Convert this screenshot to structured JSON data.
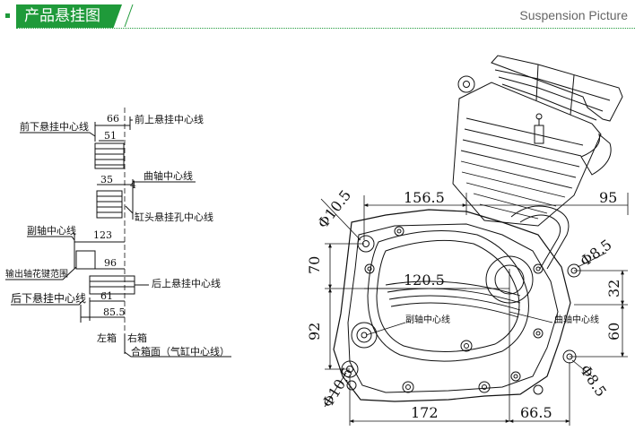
{
  "header": {
    "title": "产品悬挂图",
    "subtitle": "Suspension Picture",
    "accent_color": "#1f9a3a"
  },
  "left_diagram": {
    "labels": {
      "front_lower_center": "前下悬挂中心线",
      "front_upper_center": "前上悬挂中心线",
      "crank_center": "曲轴中心线",
      "cyl_head_hole_center": "缸头悬挂孔中心线",
      "counter_shaft_center": "副轴中心线",
      "output_spline_range": "输出轴花键范围",
      "rear_upper_center": "后上悬挂中心线",
      "rear_lower_center": "后下悬挂中心线",
      "left_case": "左箱",
      "right_case": "右箱",
      "parting_plane": "合箱面（气缸中心线）"
    },
    "dims": {
      "d66": "66",
      "d51": "51",
      "d35": "35",
      "d4": "4",
      "d123": "123",
      "d96": "96",
      "d61": "61",
      "d85_5": "85.5"
    }
  },
  "right_diagram": {
    "dims": {
      "d156_5": "156.5",
      "d95": "95",
      "d70": "70",
      "d120_5": "120.5",
      "d92": "92",
      "d32": "32",
      "d60": "60",
      "d172": "172",
      "d66_5": "66.5",
      "phi10_5_top": "Φ10.5",
      "phi10_5_bottom": "Φ10.5",
      "phi8_5_right": "Φ8.5",
      "phi8_5_lower": "Φ8.5"
    },
    "labels": {
      "counter_shaft": "副轴中心线",
      "crank_shaft": "曲轴中心线"
    }
  }
}
